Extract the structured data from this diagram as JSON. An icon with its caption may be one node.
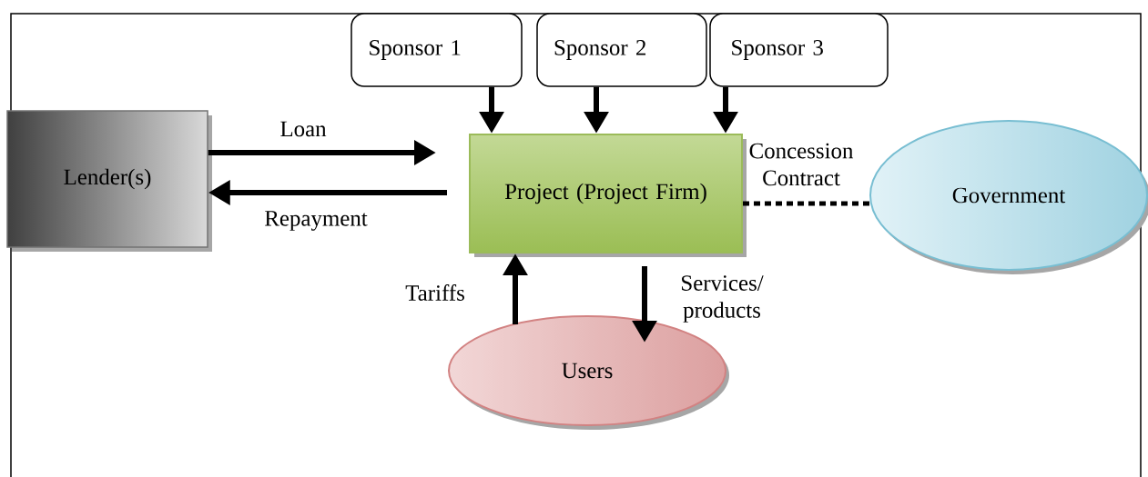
{
  "diagram": {
    "nodes": [
      {
        "text": [
          "Sponsor 1"
        ]
      },
      {
        "text": [
          "Sponsor 2"
        ]
      },
      {
        "text": [
          "Sponsor 3"
        ]
      },
      {
        "text": [
          "Lender(s)"
        ]
      },
      {
        "text": [
          "Project (Project Firm)"
        ]
      },
      {
        "text": [
          "Government"
        ]
      },
      {
        "text": [
          "Users"
        ]
      }
    ],
    "edges": [
      {
        "from": 0,
        "to": 4,
        "arrow": "to"
      },
      {
        "from": 1,
        "to": 4,
        "arrow": "to"
      },
      {
        "from": 2,
        "to": 4,
        "arrow": "to"
      },
      {
        "from": 3,
        "to": 4,
        "arrow": "to",
        "label": "Loan"
      },
      {
        "from": 4,
        "to": 3,
        "arrow": "to",
        "label": "Repayment"
      },
      {
        "from": 4,
        "to": 5,
        "arrow": "none",
        "style": "dashed",
        "label": "Concession Contract"
      },
      {
        "from": 6,
        "to": 4,
        "arrow": "to",
        "label": "Tariffs"
      },
      {
        "from": 4,
        "to": 6,
        "arrow": "to",
        "label": "Services/ products"
      }
    ]
  }
}
